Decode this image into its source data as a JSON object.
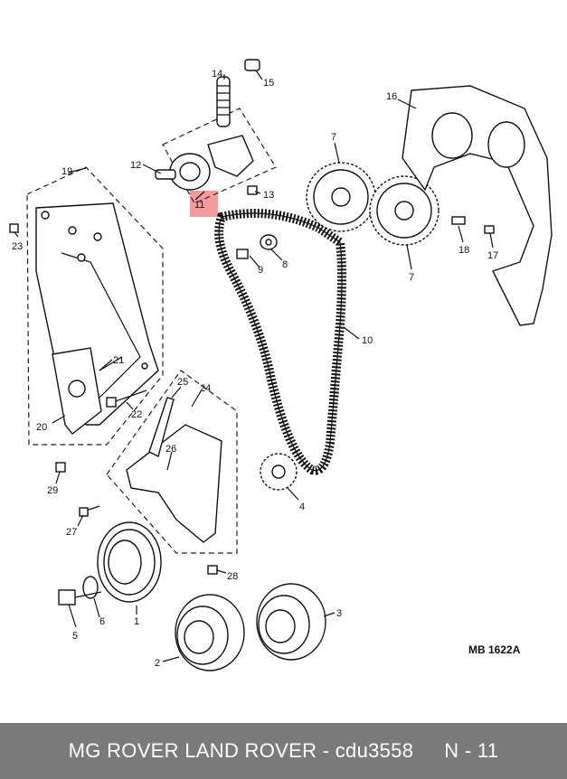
{
  "diagram": {
    "labels": [
      "1",
      "2",
      "3",
      "4",
      "5",
      "6",
      "7",
      "7",
      "8",
      "9",
      "10",
      "11",
      "12",
      "13",
      "14",
      "15",
      "16",
      "17",
      "18",
      "19",
      "20",
      "21",
      "22",
      "23",
      "24",
      "25",
      "26",
      "27",
      "28",
      "29"
    ],
    "highlight_label": "11",
    "highlight_color": "#f28b8b",
    "reference_code": "MB 1622A"
  },
  "footer": {
    "caption": "MG ROVER LAND ROVER - cdu3558",
    "page": "N - 11",
    "background": "#7a7a7a"
  }
}
